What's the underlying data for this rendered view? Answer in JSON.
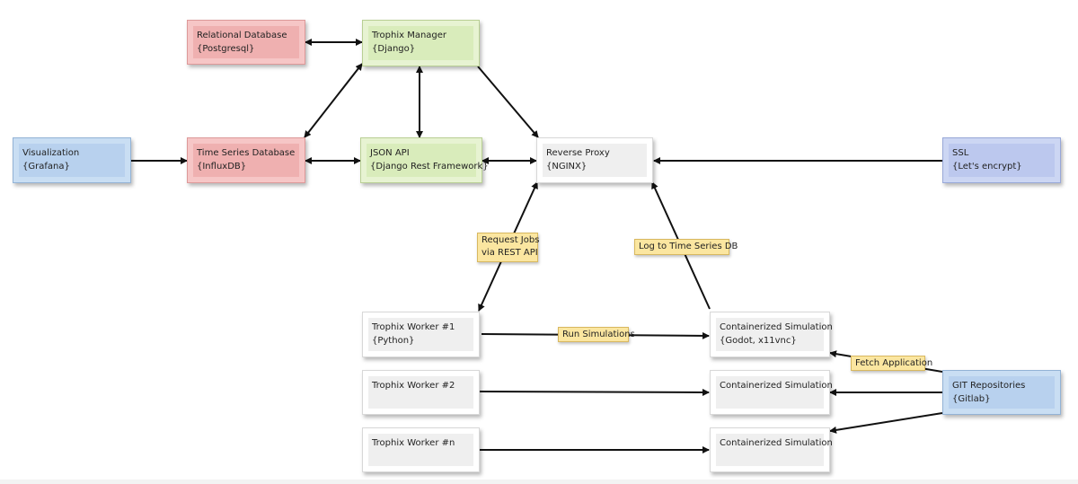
{
  "nodes": {
    "relational_db": {
      "line1": "Relational Database",
      "line2": "{Postgresql}",
      "color": "#efb0b0"
    },
    "trophix_manager": {
      "line1": "Trophix Manager",
      "line2": "{Django}",
      "color": "#d9ecbb"
    },
    "visualization": {
      "line1": "Visualization",
      "line2": "{Grafana}",
      "color": "#b8d1ee"
    },
    "time_series_db": {
      "line1": "Time Series Database",
      "line2": "{InfluxDB}",
      "color": "#efb0b0"
    },
    "json_api": {
      "line1": "JSON API",
      "line2": "{Django Rest Framework}",
      "color": "#d9ecbb"
    },
    "reverse_proxy": {
      "line1": "Reverse Proxy",
      "line2": "{NGINX}",
      "color": "#efefef"
    },
    "ssl": {
      "line1": "SSL",
      "line2": "{Let's encrypt}",
      "color": "#bcc8ee"
    },
    "worker_1": {
      "line1": "Trophix Worker #1",
      "line2": "{Python}",
      "color": "#efefef"
    },
    "worker_2": {
      "line1": "Trophix Worker #2",
      "line2": "",
      "color": "#efefef"
    },
    "worker_n": {
      "line1": "Trophix Worker #n",
      "line2": "",
      "color": "#efefef"
    },
    "sim_1": {
      "line1": "Containerized Simulation",
      "line2": "{Godot, x11vnc}",
      "color": "#efefef"
    },
    "sim_2": {
      "line1": "Containerized Simulation",
      "line2": "",
      "color": "#efefef"
    },
    "sim_n": {
      "line1": "Containerized Simulation",
      "line2": "",
      "color": "#efefef"
    },
    "git_repos": {
      "line1": "GIT Repositories",
      "line2": "{Gitlab}",
      "color": "#b8d1ee"
    }
  },
  "edge_labels": {
    "request_jobs_1": "Request Jobs",
    "request_jobs_2": "via REST API",
    "log_to_db": "Log to Time Series DB",
    "run_simulations": "Run Simulations",
    "fetch_application": "Fetch Application"
  },
  "colors": {
    "label_bg": "#fbe6a0",
    "arrow": "#111111"
  }
}
